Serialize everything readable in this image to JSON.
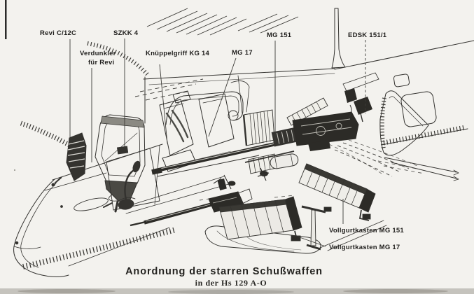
{
  "figure": {
    "type": "technical-cutaway-illustration",
    "subject": "Henschel Hs 129 A-0 fixed armament arrangement",
    "callouts": [
      {
        "id": "revi",
        "label": "Revi C/12C"
      },
      {
        "id": "szkk",
        "label": "SZKK 4"
      },
      {
        "id": "verdunkler",
        "label": "Verdunkler",
        "label2": "für Revi"
      },
      {
        "id": "knueppelgriff",
        "label": "Knüppelgriff KG 14"
      },
      {
        "id": "mg17",
        "label": "MG 17"
      },
      {
        "id": "mg151",
        "label": "MG 151"
      },
      {
        "id": "edsk",
        "label": "EDSK 151/1"
      },
      {
        "id": "vollgurtkasten-mg151",
        "label": "Vollgurtkasten MG 151"
      },
      {
        "id": "vollgurtkasten-mg17",
        "label": "Vollgurtkasten MG 17"
      }
    ],
    "caption": {
      "line1": "Anordnung der starren Schußwaffen",
      "line2": "in der Hs 129 A-O"
    },
    "colors": {
      "paper": "#f3f2ee",
      "ink": "#33322f",
      "dark_fill": "#2c2b27",
      "scan_band": "#b6b3ac"
    }
  }
}
